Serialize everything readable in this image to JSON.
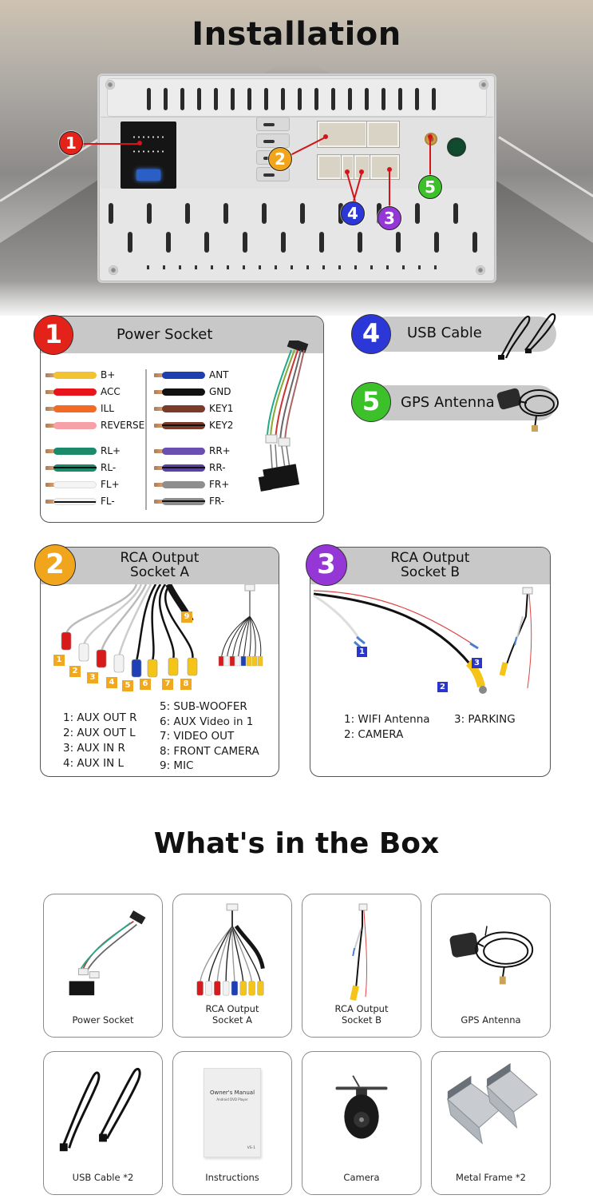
{
  "installation": {
    "title": "Installation",
    "callouts": [
      {
        "num": "1",
        "color": "#e3231a",
        "target": "Power Socket (ISO connector)"
      },
      {
        "num": "2",
        "color": "#f0a51c",
        "target": "RCA Output Socket A"
      },
      {
        "num": "3",
        "color": "#9437d6",
        "target": "RCA Output Socket B"
      },
      {
        "num": "4",
        "color": "#2c37d8",
        "target": "USB Cable"
      },
      {
        "num": "5",
        "color": "#3cc12b",
        "target": "GPS Antenna"
      }
    ]
  },
  "power_socket": {
    "num": "1",
    "title": "Power Socket",
    "color": "#e3231a",
    "left_wires": [
      {
        "label": "B+",
        "color": "#f2c230",
        "stripe": false
      },
      {
        "label": "ACC",
        "color": "#e8141c",
        "stripe": false
      },
      {
        "label": "ILL",
        "color": "#f26a26",
        "stripe": false
      },
      {
        "label": "REVERSE",
        "color": "#f6a0a8",
        "stripe": false
      },
      {
        "label": "RL+",
        "color": "#1a8a6a",
        "stripe": false
      },
      {
        "label": "RL-",
        "color": "#1a8a6a",
        "stripe": true
      },
      {
        "label": "FL+",
        "color": "#f4f4f4",
        "stripe": false
      },
      {
        "label": "FL-",
        "color": "#f4f4f4",
        "stripe": true
      }
    ],
    "right_wires": [
      {
        "label": "ANT",
        "color": "#1e3fb0",
        "stripe": false
      },
      {
        "label": "GND",
        "color": "#111111",
        "stripe": false
      },
      {
        "label": "KEY1",
        "color": "#7a3c2a",
        "stripe": false
      },
      {
        "label": "KEY2",
        "color": "#7a3c2a",
        "stripe": true
      },
      {
        "label": "RR+",
        "color": "#6a4fb0",
        "stripe": false
      },
      {
        "label": "RR-",
        "color": "#5a43a0",
        "stripe": true
      },
      {
        "label": "FR+",
        "color": "#8e8e8e",
        "stripe": false
      },
      {
        "label": "FR-",
        "color": "#8e8e8e",
        "stripe": true
      }
    ]
  },
  "usb_cable": {
    "num": "4",
    "title": "USB Cable",
    "color": "#2c37d8"
  },
  "gps_antenna": {
    "num": "5",
    "title": "GPS Antenna",
    "color": "#3cc12b"
  },
  "rca_a": {
    "num": "2",
    "title_line1": "RCA Output",
    "title_line2": "Socket A",
    "color": "#f0a51c",
    "plugs": [
      {
        "num": "1",
        "color": "#d91a1a"
      },
      {
        "num": "2",
        "color": "#f2f2f2"
      },
      {
        "num": "3",
        "color": "#d91a1a"
      },
      {
        "num": "4",
        "color": "#f2f2f2"
      },
      {
        "num": "5",
        "color": "#1f3fb5"
      },
      {
        "num": "6",
        "color": "#f4c418"
      },
      {
        "num": "7",
        "color": "#f4c418"
      },
      {
        "num": "8",
        "color": "#f4c418"
      },
      {
        "num": "9",
        "color": "#151515"
      }
    ],
    "legend_left": [
      "1: AUX OUT R",
      "2: AUX OUT L",
      "3: AUX IN R",
      "4: AUX IN L"
    ],
    "legend_right": [
      "5: SUB-WOOFER",
      "6: AUX Video in 1",
      "7: VIDEO OUT",
      "8: FRONT CAMERA",
      "9: MIC"
    ]
  },
  "rca_b": {
    "num": "3",
    "title_line1": "RCA Output",
    "title_line2": "Socket B",
    "color": "#9437d6",
    "tags": [
      "1",
      "2",
      "3"
    ],
    "legend_left": [
      "1: WIFI Antenna",
      "2: CAMERA"
    ],
    "legend_right": [
      "3: PARKING"
    ]
  },
  "box": {
    "title": "What's in the Box",
    "items": [
      {
        "label": "Power Socket",
        "icon": "power-harness-icon"
      },
      {
        "label": "RCA Output\nSocket A",
        "icon": "rca-a-harness-icon"
      },
      {
        "label": "RCA Output\nSocket B",
        "icon": "rca-b-harness-icon"
      },
      {
        "label": "GPS Antenna",
        "icon": "gps-antenna-icon"
      },
      {
        "label": "USB Cable  *2",
        "icon": "usb-cable-icon"
      },
      {
        "label": "Instructions",
        "icon": "manual-icon",
        "manual_title": "Owner's Manual",
        "manual_subtitle": "Android DVD Player",
        "manual_code": "VS-1"
      },
      {
        "label": "Camera",
        "icon": "camera-icon"
      },
      {
        "label": "Metal Frame  *2",
        "icon": "metal-frame-icon"
      }
    ]
  }
}
